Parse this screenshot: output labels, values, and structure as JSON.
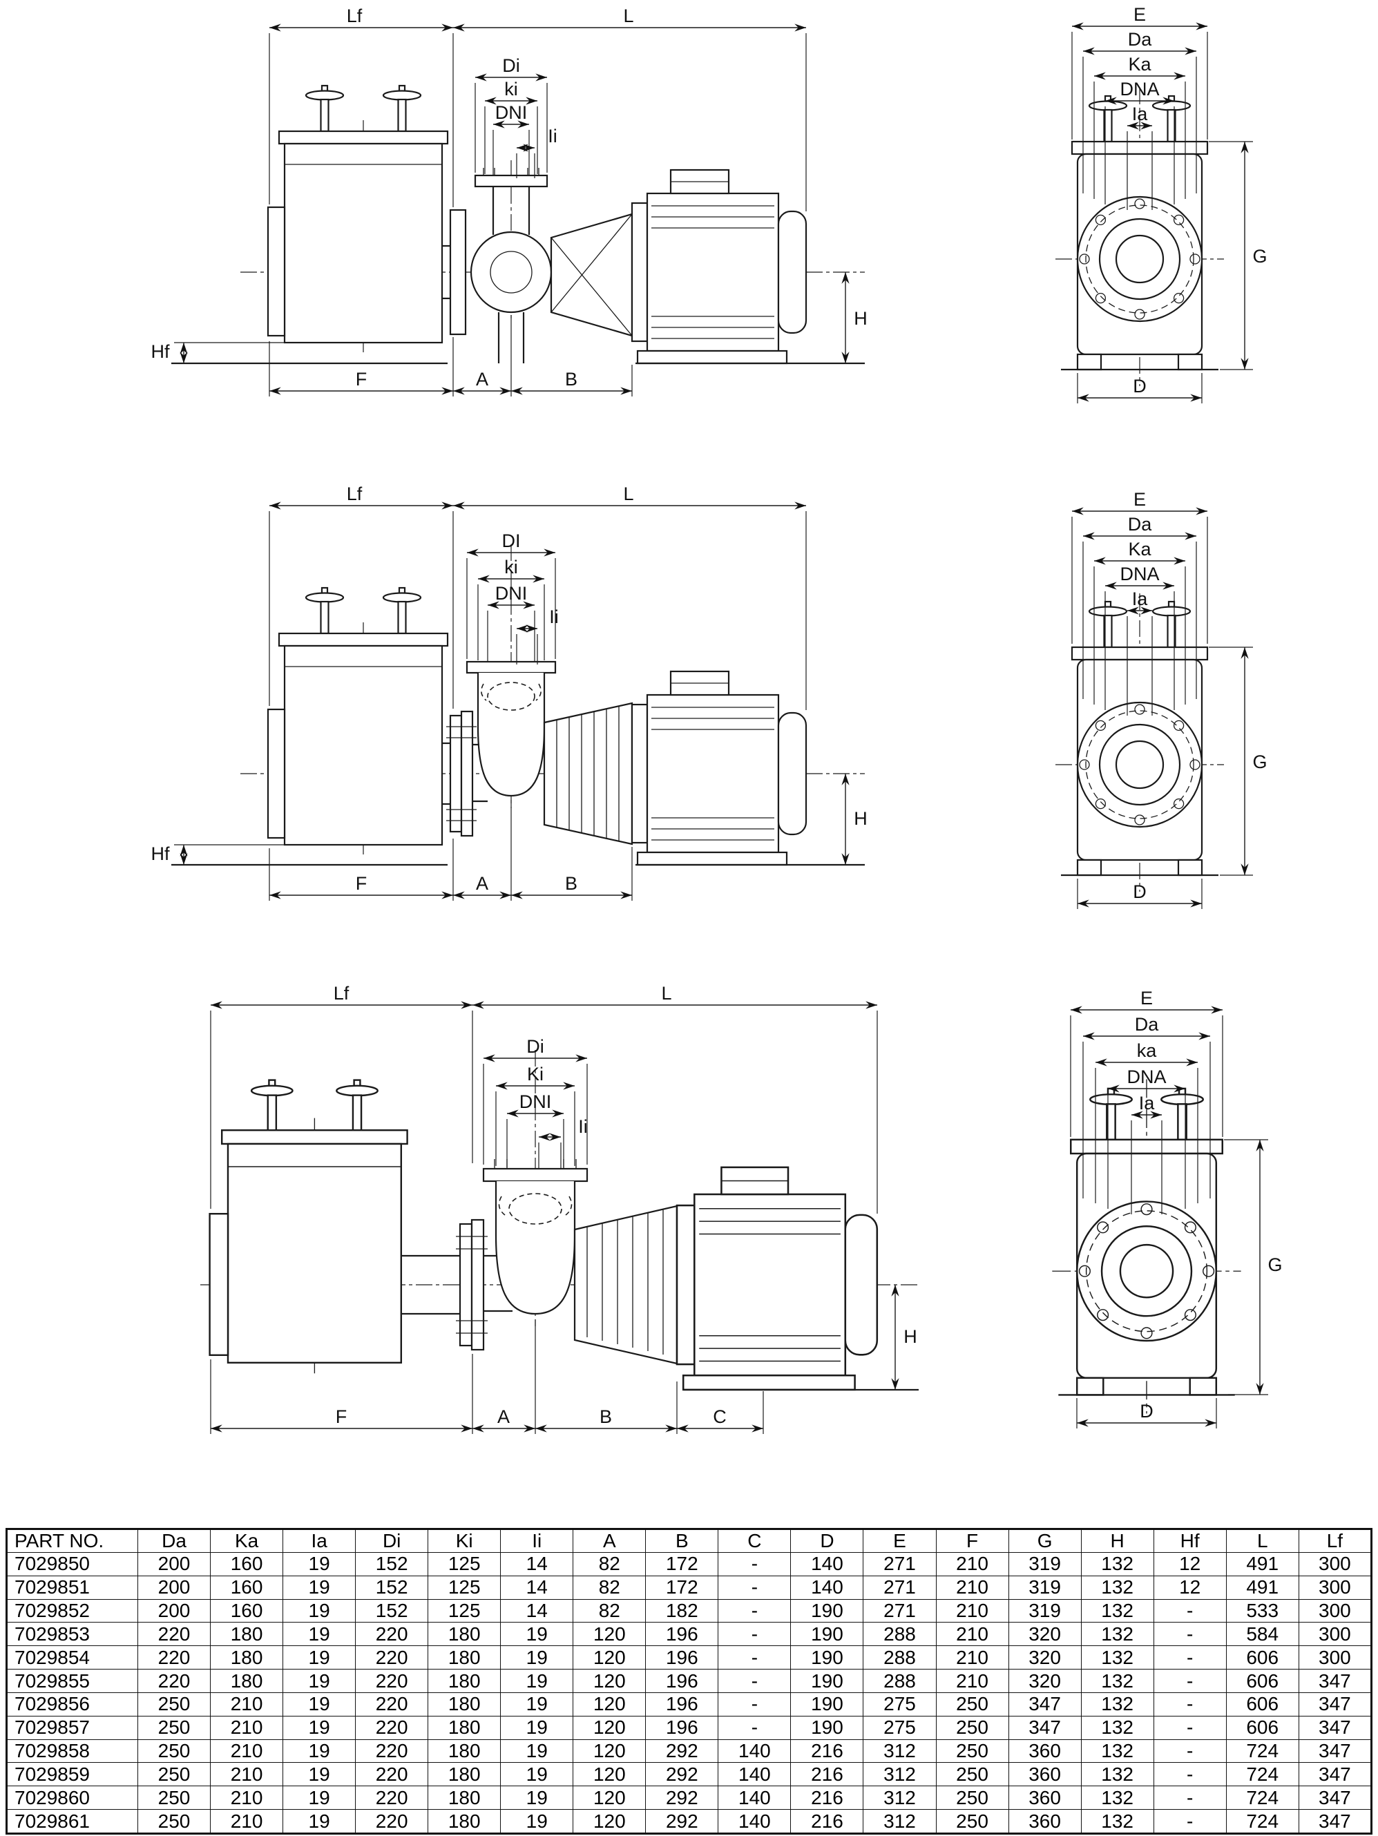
{
  "page": {
    "background": "#ffffff",
    "line_color": "#1a1a1a"
  },
  "drawings": [
    {
      "name": "pump-type-1",
      "side": {
        "lf": "Lf",
        "l": "L",
        "di": "Di",
        "ki": "ki",
        "dni": "DNI",
        "ii": "Ii",
        "hf": "Hf",
        "f": "F",
        "a": "A",
        "b": "B",
        "h": "H"
      },
      "end": {
        "e": "E",
        "da": "Da",
        "ka": "Ka",
        "dna": "DNA",
        "ia": "Ia",
        "g": "G",
        "d": "D"
      }
    },
    {
      "name": "pump-type-2",
      "side": {
        "lf": "Lf",
        "l": "L",
        "di": "DI",
        "ki": "ki",
        "dni": "DNI",
        "ii": "Ii",
        "hf": "Hf",
        "f": "F",
        "a": "A",
        "b": "B",
        "h": "H"
      },
      "end": {
        "e": "E",
        "da": "Da",
        "ka": "Ka",
        "dna": "DNA",
        "ia": "Ia",
        "g": "G",
        "d": "D"
      }
    },
    {
      "name": "pump-type-3",
      "side": {
        "lf": "Lf",
        "l": "L",
        "di": "Di",
        "ki": "Ki",
        "dni": "DNI",
        "ii": "Ii",
        "f": "F",
        "a": "A",
        "b": "B",
        "c": "C",
        "h": "H"
      },
      "end": {
        "e": "E",
        "da": "Da",
        "ka": "ka",
        "dna": "DNA",
        "ia": "Ia",
        "g": "G",
        "d": "D"
      }
    }
  ],
  "table": {
    "headers": [
      "PART NO.",
      "Da",
      "Ka",
      "Ia",
      "Di",
      "Ki",
      "Ii",
      "A",
      "B",
      "C",
      "D",
      "E",
      "F",
      "G",
      "H",
      "Hf",
      "L",
      "Lf"
    ],
    "rows": [
      [
        "7029850",
        "200",
        "160",
        "19",
        "152",
        "125",
        "14",
        "82",
        "172",
        "-",
        "140",
        "271",
        "210",
        "319",
        "132",
        "12",
        "491",
        "300"
      ],
      [
        "7029851",
        "200",
        "160",
        "19",
        "152",
        "125",
        "14",
        "82",
        "172",
        "-",
        "140",
        "271",
        "210",
        "319",
        "132",
        "12",
        "491",
        "300"
      ],
      [
        "7029852",
        "200",
        "160",
        "19",
        "152",
        "125",
        "14",
        "82",
        "182",
        "-",
        "190",
        "271",
        "210",
        "319",
        "132",
        "-",
        "533",
        "300"
      ],
      [
        "7029853",
        "220",
        "180",
        "19",
        "220",
        "180",
        "19",
        "120",
        "196",
        "-",
        "190",
        "288",
        "210",
        "320",
        "132",
        "-",
        "584",
        "300"
      ],
      [
        "7029854",
        "220",
        "180",
        "19",
        "220",
        "180",
        "19",
        "120",
        "196",
        "-",
        "190",
        "288",
        "210",
        "320",
        "132",
        "-",
        "606",
        "300"
      ],
      [
        "7029855",
        "220",
        "180",
        "19",
        "220",
        "180",
        "19",
        "120",
        "196",
        "-",
        "190",
        "288",
        "210",
        "320",
        "132",
        "-",
        "606",
        "347"
      ],
      [
        "7029856",
        "250",
        "210",
        "19",
        "220",
        "180",
        "19",
        "120",
        "196",
        "-",
        "190",
        "275",
        "250",
        "347",
        "132",
        "-",
        "606",
        "347"
      ],
      [
        "7029857",
        "250",
        "210",
        "19",
        "220",
        "180",
        "19",
        "120",
        "196",
        "-",
        "190",
        "275",
        "250",
        "347",
        "132",
        "-",
        "606",
        "347"
      ],
      [
        "7029858",
        "250",
        "210",
        "19",
        "220",
        "180",
        "19",
        "120",
        "292",
        "140",
        "216",
        "312",
        "250",
        "360",
        "132",
        "-",
        "724",
        "347"
      ],
      [
        "7029859",
        "250",
        "210",
        "19",
        "220",
        "180",
        "19",
        "120",
        "292",
        "140",
        "216",
        "312",
        "250",
        "360",
        "132",
        "-",
        "724",
        "347"
      ],
      [
        "7029860",
        "250",
        "210",
        "19",
        "220",
        "180",
        "19",
        "120",
        "292",
        "140",
        "216",
        "312",
        "250",
        "360",
        "132",
        "-",
        "724",
        "347"
      ],
      [
        "7029861",
        "250",
        "210",
        "19",
        "220",
        "180",
        "19",
        "120",
        "292",
        "140",
        "216",
        "312",
        "250",
        "360",
        "132",
        "-",
        "724",
        "347"
      ]
    ]
  }
}
